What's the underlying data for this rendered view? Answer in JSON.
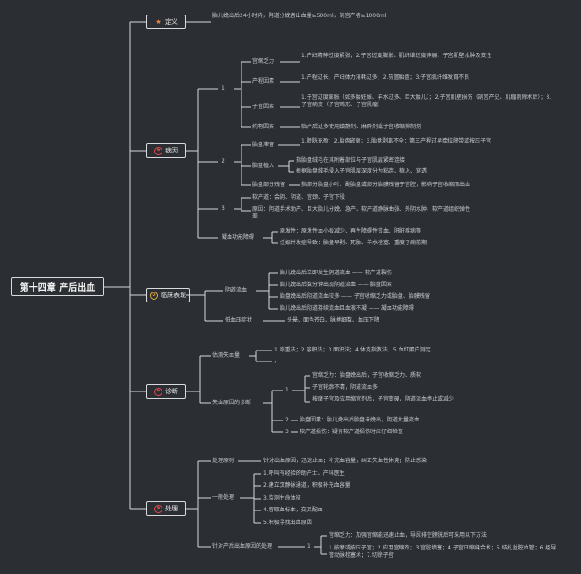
{
  "root": {
    "label": "第十四章 产后出血"
  },
  "sections": [
    {
      "label": "定义",
      "icon": "star-icon"
    },
    {
      "label": "病因",
      "icon": "flag-icon"
    },
    {
      "label": "临床表现",
      "icon": "medal-icon"
    },
    {
      "label": "诊断",
      "icon": "flag-icon"
    },
    {
      "label": "处理",
      "icon": "flag-icon"
    }
  ],
  "def": {
    "text": "胎儿娩出后24小时内，阴道分娩者出血量≥500ml，剖宫产者≥1000ml"
  },
  "cause": {
    "g1": "1",
    "g1a": "宫缩乏力",
    "g1a_text": "1.产妇精神过度紧张；2.子宫过度膨胀、肌纤维过度伸展、子宫肌壁水肿及变性",
    "g1b": "产程因素",
    "g1b_text": "1.产程过长，产妇体力消耗过多；2.前置胎盘；3.子宫肌纤维发育不良",
    "g1c": "子宫因素",
    "g1c_text": "1.子宫过度膨胀（如多胎妊娠、羊水过多、巨大胎儿）；2.子宫肌壁损伤（剖宫产史、肌瘤剔除术后）；3.子宫病变（子宫畸形、子宫肌瘤）",
    "g1d": "药物因素",
    "g1d_text": "临产后过多使用镇静剂、麻醉剂或子宫收缩抑制剂",
    "g2": "2",
    "g2a": "胎盘滞留",
    "g2a_text": "1.膀胱充盈；2.胎盘嵌顿；3.胎盘剥离不全：第三产程过早牵拉脐带或按压子宫",
    "g2b": "胎盘植入",
    "g2b_text1": "指胎盘绒毛在其附着部位与子宫肌层紧密连接",
    "g2b_text2": "根据胎盘绒毛侵入子宫肌层深度分为粘连、植入、穿透",
    "g2c": "胎盘部分残留",
    "g2c_text": "指部分胎盘小叶、副胎盘或部分胎膜残留于宫腔，影响子宫收缩而出血",
    "g3": "3",
    "g3a": "软产道：会阴、阴道、宫颈、子宫下段",
    "g3b": "原因：阴道手术助产、巨大胎儿分娩、急产、软产道静脉曲张、外阴水肿、软产道组织弹性差",
    "g4": "凝血功能障碍",
    "g4_text1": "原发性：原发性血小板减少、再生障碍性贫血、肝脏疾病等",
    "g4_text2": "妊娠并发症导致：胎盘早剥、死胎、羊水栓塞、重度子痫前期"
  },
  "clin": {
    "a": "阴道流血",
    "a1": "胎儿娩出后立即发生阴道流血 —— 软产道裂伤",
    "a2": "胎儿娩出后数分钟出现阴道流血 —— 胎盘因素",
    "a3": "胎盘娩出后阴道流血较多 —— 子宫收缩乏力或胎盘、胎膜残留",
    "a4": "胎儿娩出后阴道持续流血且血液不凝 —— 凝血功能障碍",
    "b": "低血压症状",
    "b_text": "头晕、面色苍白、脉搏细数、血压下降"
  },
  "diag": {
    "a": "估测失血量",
    "a_text": "1.称重法；2.容积法；3.面积法；4.休克指数法；5.血红蛋白测定",
    "a_text2": "，",
    "b": "失血原因的诊断",
    "b1": "1",
    "b1a": "宫缩乏力：胎盘娩出后，子宫收缩乏力、质软",
    "b1b": "子宫轮廓不清，阴道流血多",
    "b1c": "按摩子宫及应用缩宫剂后，子宫变硬，阴道流血停止或减少",
    "b2": "2",
    "b2_text": "胎盘因素：胎儿娩出后胎盘未娩出，阴道大量流血",
    "b3": "3",
    "b3_text": "软产道损伤：疑有软产道损伤时应仔细检查"
  },
  "treat": {
    "a": "处理原则",
    "a_text": "针对出血原因，迅速止血；补充血容量，纠正失血性休克；防止感染",
    "b": "一般处理",
    "b1": "1.呼叫有经验的助产士、产科医生",
    "b2": "2.建立双静脉通道，积极补充血容量",
    "b3": "3.监测生命体征",
    "b4": "4.留取血标本，交叉配血",
    "b5": "5.积极寻找出血原因",
    "c": "针对产后出血原因的处理",
    "c1": "1",
    "c1_text1": "宫缩乏力：加强宫缩能迅速止血，导尿排空膀胱后可采用以下方法",
    "c1_text2": "1.按摩或按压子宫；2.应用宫缩剂；3.宫腔填塞；4.子宫压缩缝合术；5.结扎盆腔血管；6.经导管动脉栓塞术；7.切除子宫"
  }
}
